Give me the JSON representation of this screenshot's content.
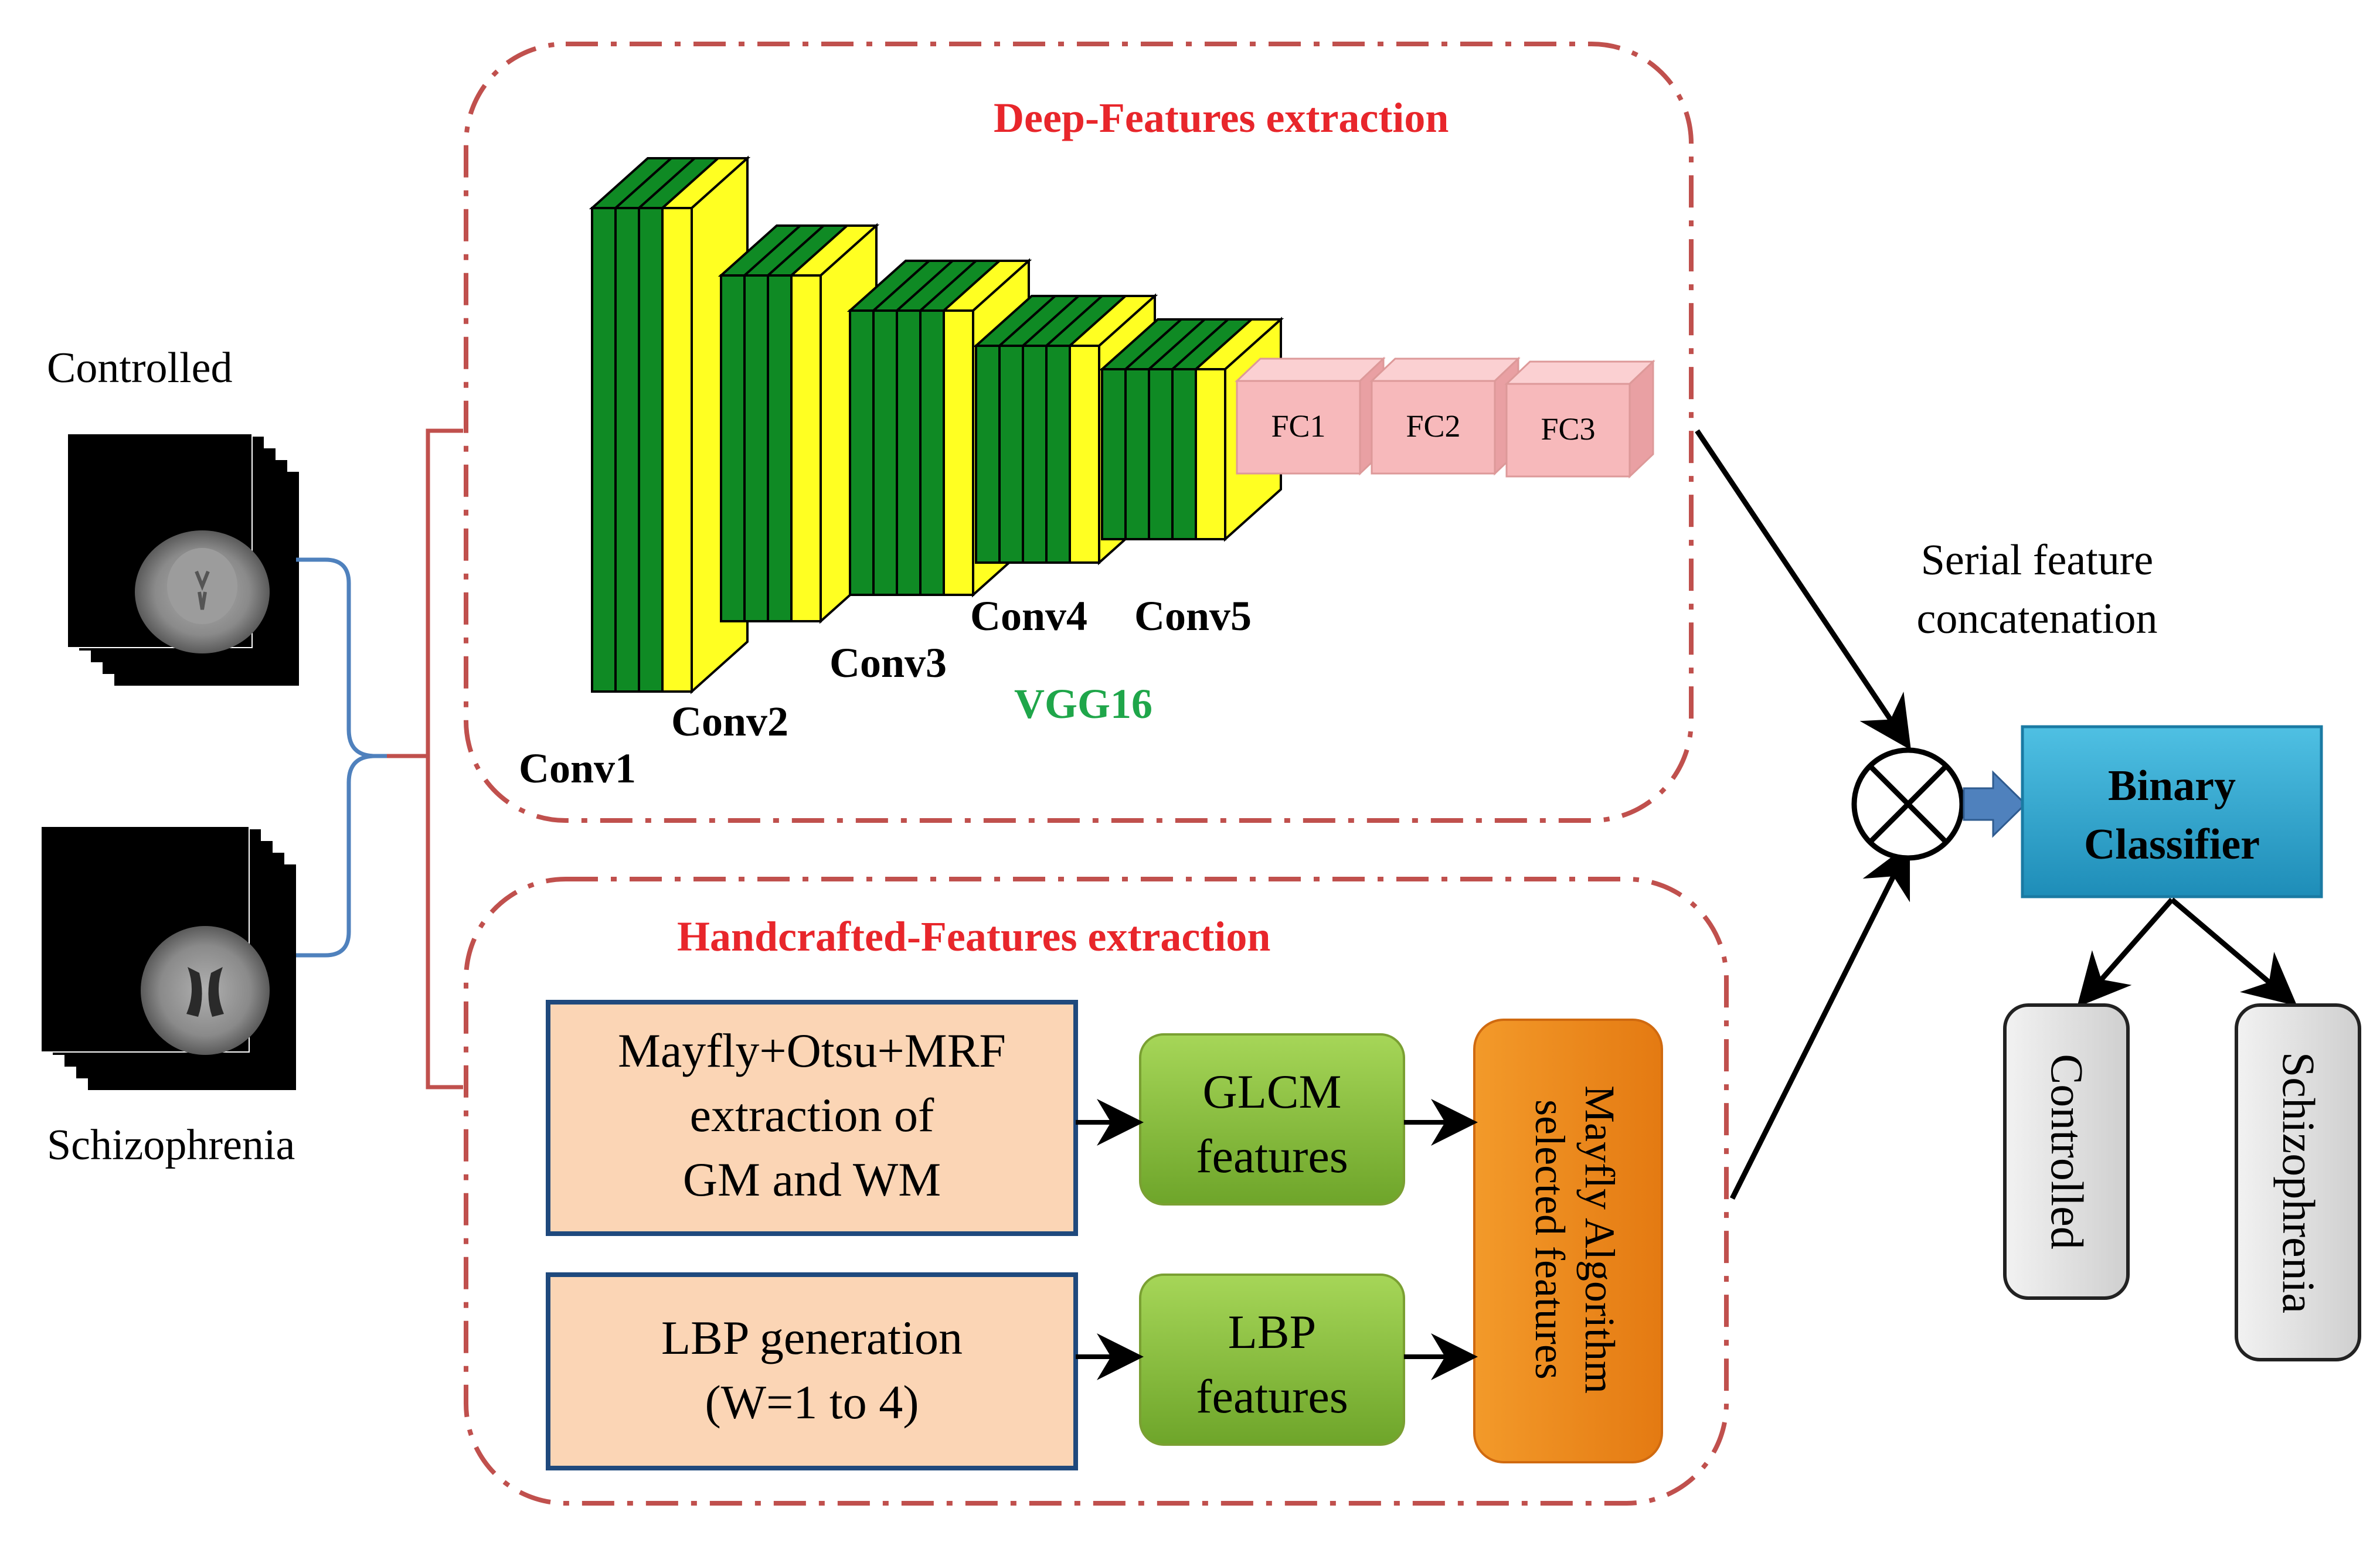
{
  "inputs": {
    "controlled_label": "Controlled",
    "schizophrenia_label": "Schizophrenia"
  },
  "deep": {
    "title": "Deep-Features extraction",
    "network_name": "VGG16",
    "conv_labels": [
      "Conv1",
      "Conv2",
      "Conv3",
      "Conv4",
      "Conv5"
    ],
    "fc_labels": [
      "FC1",
      "FC2",
      "FC3"
    ]
  },
  "handcrafted": {
    "title": "Handcrafted-Features extraction",
    "seg_lines": [
      "Mayfly+Otsu+MRF",
      "extraction of",
      "GM and WM"
    ],
    "lbp_gen_lines": [
      "LBP generation",
      "(W=1 to 4)"
    ],
    "glcm_lines": [
      "GLCM",
      "features"
    ],
    "lbp_feat_lines": [
      "LBP",
      "features"
    ],
    "selected_lines": [
      "Mayfly Algorithm",
      "selected features"
    ]
  },
  "fusion": {
    "caption_lines": [
      "Serial feature",
      "concatenation"
    ]
  },
  "classifier": {
    "lines": [
      "Binary",
      "Classifier"
    ]
  },
  "outputs": {
    "labels": [
      "Controlled",
      "Schizophrenia"
    ]
  },
  "colors": {
    "dashed_border": "#c0504d",
    "title_red": "#e8262b",
    "vgg_green": "#1fa64a",
    "conv_green": "#0f8a24",
    "conv_yellow": "#ffff22",
    "fc_pink": "#f7b9bb",
    "seg_box_fill": "#fbd5b5",
    "seg_box_border": "#1f497d",
    "green_box": "#8cc43c",
    "orange_box": "#f7941d",
    "classifier_blue": "#2fa5cf",
    "output_gray": "#e6e6e6",
    "bracket_blue": "#4f81bd",
    "arrow_blue": "#4f81bd"
  }
}
